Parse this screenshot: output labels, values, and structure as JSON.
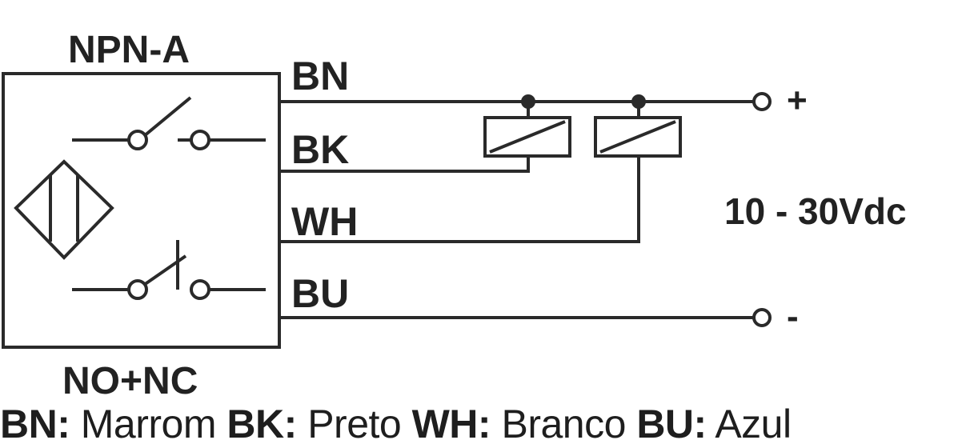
{
  "sensor": {
    "type_label": "NPN-A",
    "output_label": "NO+NC"
  },
  "wires": {
    "bn": "BN",
    "bk": "BK",
    "wh": "WH",
    "bu": "BU"
  },
  "supply": {
    "positive": "+",
    "negative": "-",
    "voltage": "10 - 30Vdc"
  },
  "legend": {
    "bn_code": "BN:",
    "bn_color": "Marrom",
    "bk_code": "BK:",
    "bk_color": "Preto",
    "wh_code": "WH:",
    "wh_color": "Branco",
    "bu_code": "BU:",
    "bu_color": "Azul"
  },
  "colors": {
    "line": "#2a2a2a",
    "background": "#ffffff"
  }
}
